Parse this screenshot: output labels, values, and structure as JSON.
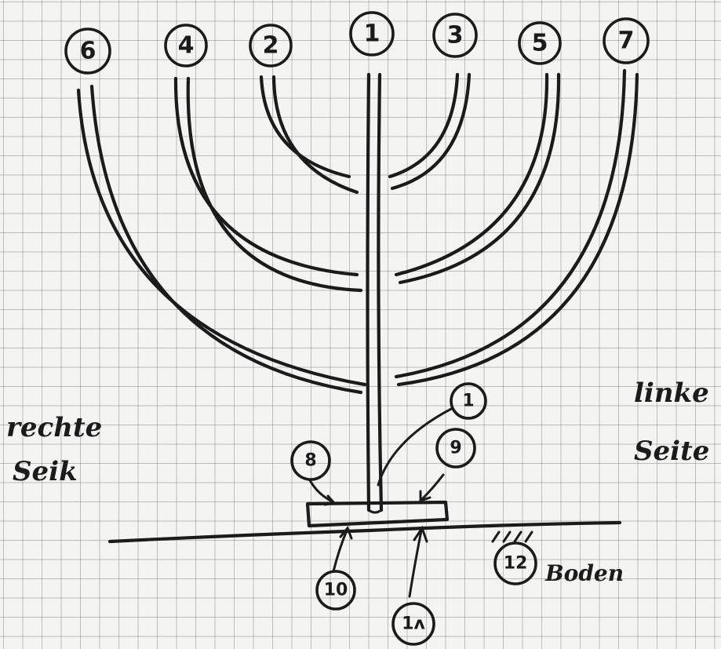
{
  "labels": {
    "branch_1": "1",
    "branch_2": "2",
    "branch_3": "3",
    "branch_4": "4",
    "branch_5": "5",
    "branch_6": "6",
    "branch_7": "7",
    "trunk_marker": "1",
    "base_left": "8",
    "base_right": "9",
    "support_left": "10",
    "support_right": "1ʌ",
    "ground_marker": "12"
  },
  "text": {
    "right_side_line1": "rechte",
    "right_side_line2": "Seik",
    "left_side_line1": "linke",
    "left_side_line2": "Seite",
    "ground": "Boden"
  },
  "colors": {
    "ink": "#1b1b1b",
    "paper": "#f4f4f2",
    "grid": "#787878"
  }
}
